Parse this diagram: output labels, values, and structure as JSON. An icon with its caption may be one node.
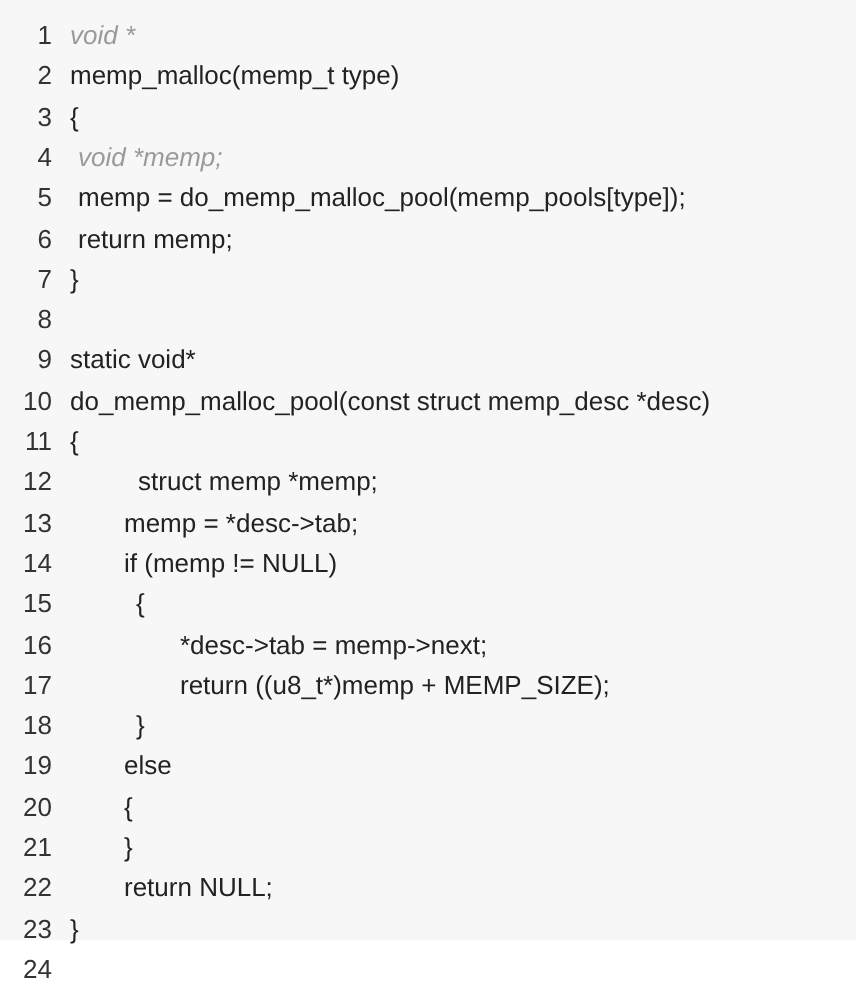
{
  "diagram": {
    "labels": [
      "1",
      "void *",
      "2",
      "memp_malloc(memp_t type)",
      "3",
      "{",
      "4",
      "void *memp;",
      "5",
      "memp = do_memp_malloc_pool(memp_pools[type]);",
      "6",
      "return memp;",
      "7",
      "}",
      "8",
      "9",
      "static void*",
      "10",
      "do_memp_malloc_pool(const struct memp_desc *desc)",
      "11",
      "{",
      "12",
      "struct memp *memp;",
      "13",
      "memp = *desc->tab;",
      "14",
      "if (memp != NULL)",
      "15",
      "{",
      "16",
      "*desc->tab = memp->next;",
      "17",
      "return ((u8_t*)memp + MEMP_SIZE);",
      "18",
      "}",
      "19",
      "else",
      "20",
      "{",
      "21",
      "}",
      "22",
      "return NULL;",
      "23",
      "}",
      "24"
    ]
  }
}
